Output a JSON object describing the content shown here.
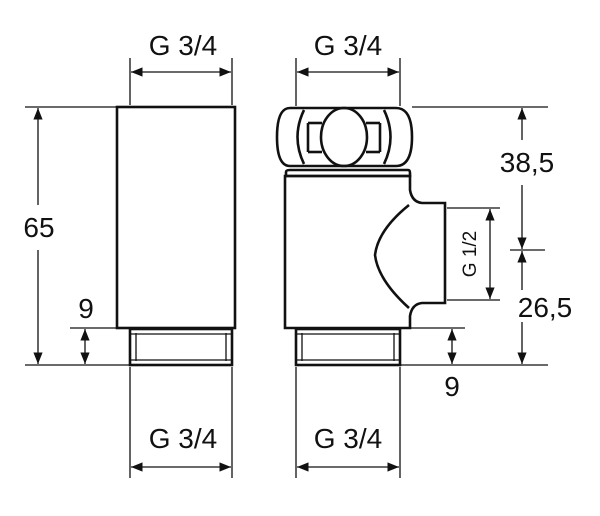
{
  "left_view": {
    "top_thread": "G 3/4",
    "bottom_thread": "G 3/4",
    "overall_height": "65",
    "thread_length": "9"
  },
  "right_view": {
    "top_thread": "G 3/4",
    "bottom_thread": "G 3/4",
    "side_outlet": "G 1/2",
    "upper_height": "38,5",
    "lower_height": "26,5",
    "thread_length": "9"
  }
}
